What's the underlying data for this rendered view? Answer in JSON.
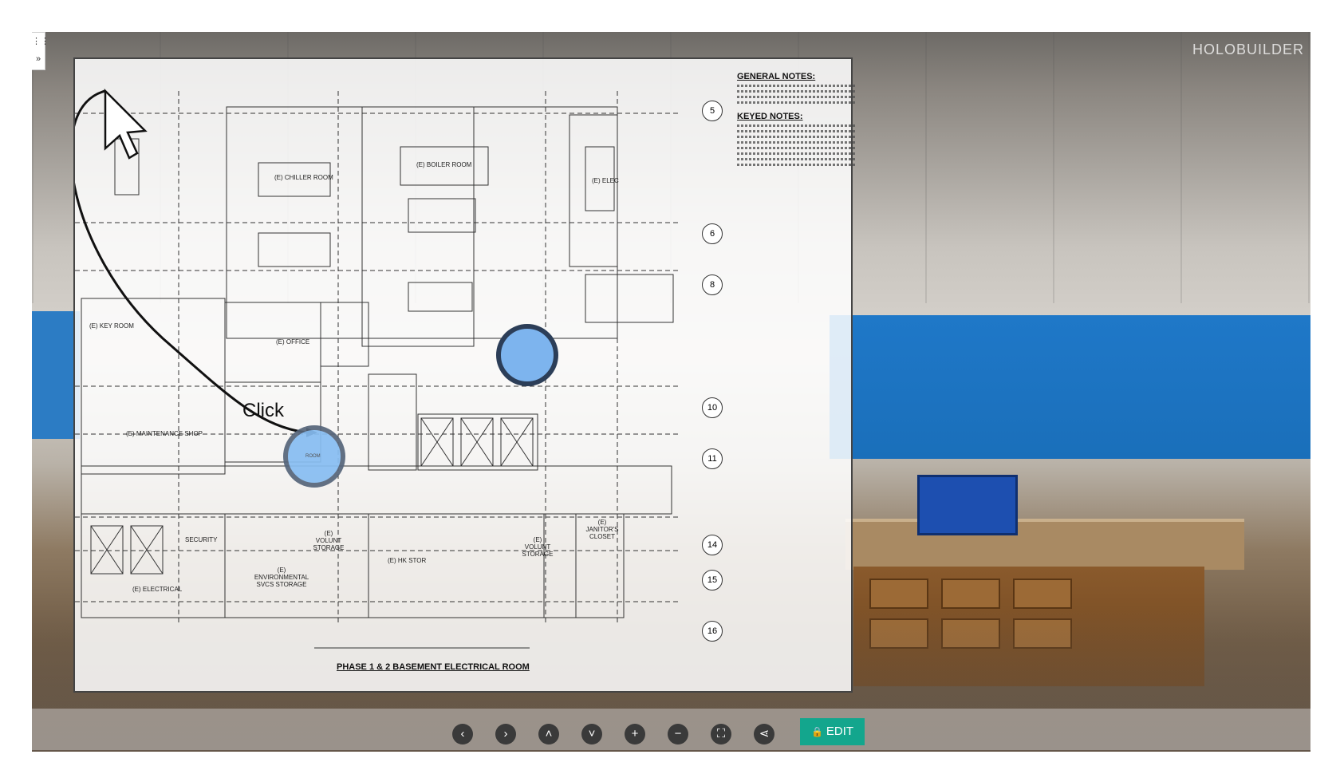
{
  "viewer": {
    "watermark": "HOLOBUILDER",
    "side_tab": {
      "grid_icon": "grid-icon",
      "expand_icon": "double-chevron-right-icon",
      "expand_glyph": "»",
      "grid_glyph": "⋮⋮"
    }
  },
  "floorplan": {
    "general_notes_title": "GENERAL NOTES:",
    "keyed_notes_title": "KEYED NOTES:",
    "title": "PHASE 1 & 2 BASEMENT ELECTRICAL ROOM",
    "rooms": [
      "(E) CHILLER ROOM",
      "(E) BOILER ROOM",
      "(E) ELEC",
      "(E) KEY ROOM",
      "(E) OFFICE",
      "(E) MAINTENANCE SHOP",
      "SECURITY",
      "(E) ENVIRONMENTAL SVCS STORAGE",
      "(E) VOLUNT STORAGE",
      "(E) HK STOR",
      "(E) VOLUNT STORAGE",
      "(E) JANITOR'S CLOSET",
      "(E) ELECTRICAL"
    ],
    "grid_bubbles": [
      "5",
      "6",
      "8",
      "10",
      "11",
      "14",
      "15",
      "16"
    ],
    "hotspot_text": "ROOM",
    "annotation": "Click"
  },
  "toolbar": {
    "buttons": [
      {
        "name": "previous-button",
        "icon": "chevron-left-icon",
        "glyph": "‹"
      },
      {
        "name": "next-button",
        "icon": "chevron-right-icon",
        "glyph": "›"
      },
      {
        "name": "up-button",
        "icon": "chevron-up-icon",
        "glyph": "˄"
      },
      {
        "name": "down-button",
        "icon": "chevron-down-icon",
        "glyph": "˅"
      },
      {
        "name": "zoom-in-button",
        "icon": "plus-icon",
        "glyph": "+"
      },
      {
        "name": "zoom-out-button",
        "icon": "minus-icon",
        "glyph": "−"
      },
      {
        "name": "fullscreen-button",
        "icon": "fullscreen-icon",
        "glyph": "⛶"
      },
      {
        "name": "share-button",
        "icon": "share-icon",
        "glyph": "⋖"
      }
    ],
    "edit_label": "EDIT",
    "edit_icon": "lock-icon",
    "accent": "#13a68d"
  }
}
